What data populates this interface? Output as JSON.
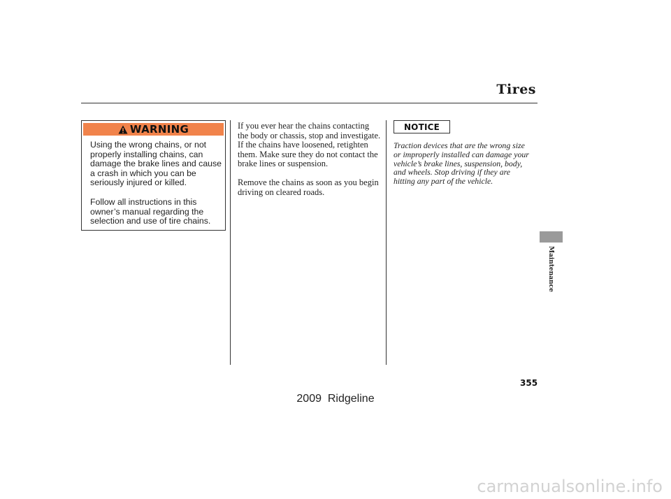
{
  "header": {
    "title": "Tires"
  },
  "warning": {
    "label": "WARNING",
    "icon": "warning-triangle-icon",
    "color": "#f1834b",
    "paragraphs": [
      "Using the wrong chains, or not properly installing chains, can damage the brake lines and cause a crash in which you can be seriously injured or killed.",
      "Follow all instructions in this owner’s manual regarding the selection and use of tire chains."
    ]
  },
  "body": {
    "paragraphs": [
      "If you ever hear the chains contacting the body or chassis, stop and investigate. If the chains have loosened, retighten them. Make sure they do not contact the brake lines or suspension.",
      "Remove the chains as soon as you begin driving on cleared roads."
    ]
  },
  "notice": {
    "label": "NOTICE",
    "text": "Traction devices that are the wrong size or improperly installed can damage your vehicle’s brake lines, suspension, body, and wheels. Stop driving if they are hitting any part of the vehicle."
  },
  "sidebar": {
    "section_label": "Maintenance",
    "tab_color": "#9a9a9a"
  },
  "footer": {
    "page_number": "355",
    "model": "2009  Ridgeline",
    "watermark": "carmanualsonline.info"
  }
}
